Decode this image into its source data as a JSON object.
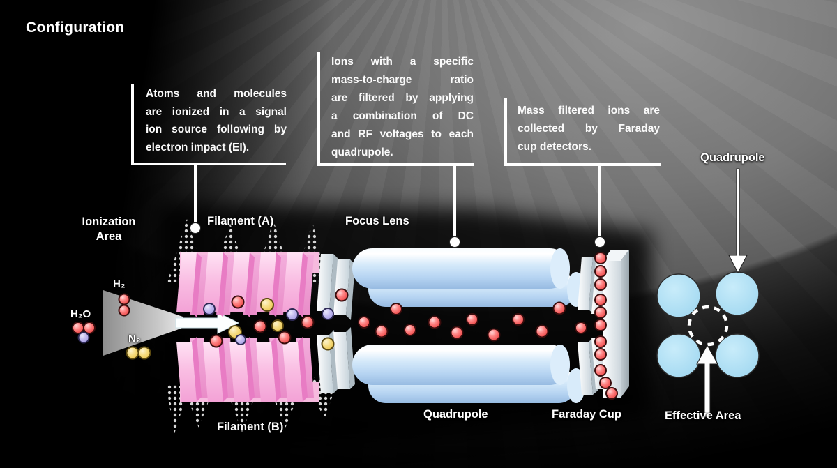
{
  "title": "Configuration",
  "callouts": [
    {
      "lines": [
        "Atoms and molecules",
        "are ionized in a signal",
        "ion source following by",
        "electron impact (EI)."
      ]
    },
    {
      "lines": [
        "Ions with a specific",
        "mass-to-charge ratio",
        "are filtered by applying",
        "a combination of DC",
        "and RF voltages to each",
        "quadrupole."
      ]
    },
    {
      "lines": [
        "Mass filtered ions are",
        "collected by Faraday",
        "cup detectors."
      ]
    }
  ],
  "labels": {
    "ionization_area": "Ionization\nArea",
    "filament_a": "Filament (A)",
    "focus_lens": "Focus Lens",
    "quadrupole_top": "Quadrupole",
    "quadrupole_bottom": "Quadrupole",
    "faraday_cup": "Faraday Cup",
    "filament_b": "Filament (B)",
    "effective_area": "Effective Area"
  },
  "molecules": [
    {
      "label": "H₂",
      "color": "#ee4343"
    },
    {
      "label": "H₂O",
      "colors": [
        "#ee4343",
        "#aca4e8"
      ]
    },
    {
      "label": "N₂",
      "color": "#eecb55"
    }
  ],
  "colors": {
    "background_highlight": "#909090",
    "background_dark": "#000000",
    "text": "#ffffff",
    "grid_pink_light": "#fbd7ee",
    "grid_pink_dark": "#e87cc4",
    "rod_blue": "#bcd9f4",
    "cross_section_blue": "#a8dcf2",
    "ion_red": "#ee4343",
    "ion_yellow": "#eecb55",
    "ion_purple": "#aca4e8",
    "plate_white": "#ffffff",
    "funnel_gray": "#a8a8a8"
  }
}
